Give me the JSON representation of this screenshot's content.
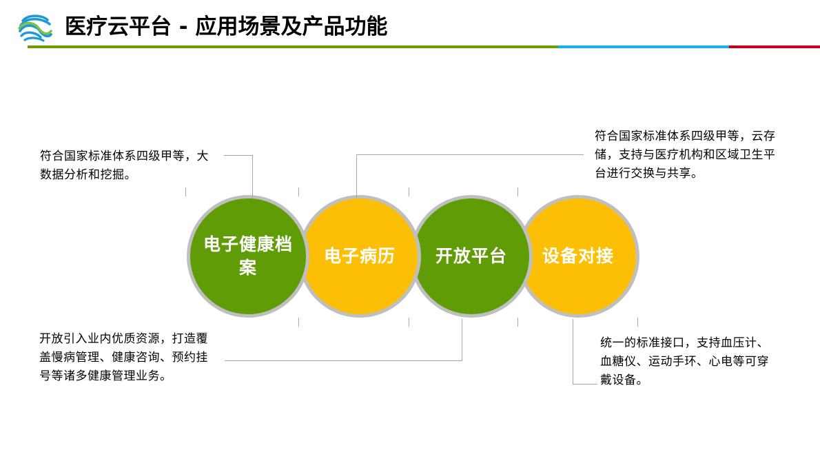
{
  "header": {
    "logo_name": "medical-cloud-logo",
    "title": "医疗云平台 - 应用场景及产品功能",
    "rule_colors": {
      "green": "#6c9c00",
      "blue": "#13b1ee",
      "red": "#c00018"
    }
  },
  "diagram": {
    "circles": [
      {
        "id": "c1",
        "label": "电子健康档案",
        "color": "#5f9c05",
        "ring": "#bfbfbf"
      },
      {
        "id": "c2",
        "label": "电子病历",
        "color": "#fcbf06",
        "ring": "#bfbfbf"
      },
      {
        "id": "c3",
        "label": "开放平台",
        "color": "#5f9c05",
        "ring": "#bfbfbf"
      },
      {
        "id": "c4",
        "label": "设备对接",
        "color": "#fcbf06",
        "ring": "#bfbfbf"
      }
    ],
    "callouts": [
      {
        "id": "top-left",
        "target": "电子健康档案",
        "text": "符合国家标准体系四级甲等，大数据分析和挖掘。"
      },
      {
        "id": "top-right",
        "target": "电子病历",
        "text": "符合国家标准体系四级甲等，云存储，支持与医疗机构和区域卫生平台进行交换与共享。"
      },
      {
        "id": "bottom-left",
        "target": "开放平台",
        "text": "开放引入业内优质资源，打造覆盖慢病管理、健康咨询、预约挂号等诸多健康管理业务。"
      },
      {
        "id": "bottom-right",
        "target": "设备对接",
        "text": "统一的标准接口，支持血压计、血糖仪、运动手环、心电等可穿戴设备。"
      }
    ]
  }
}
